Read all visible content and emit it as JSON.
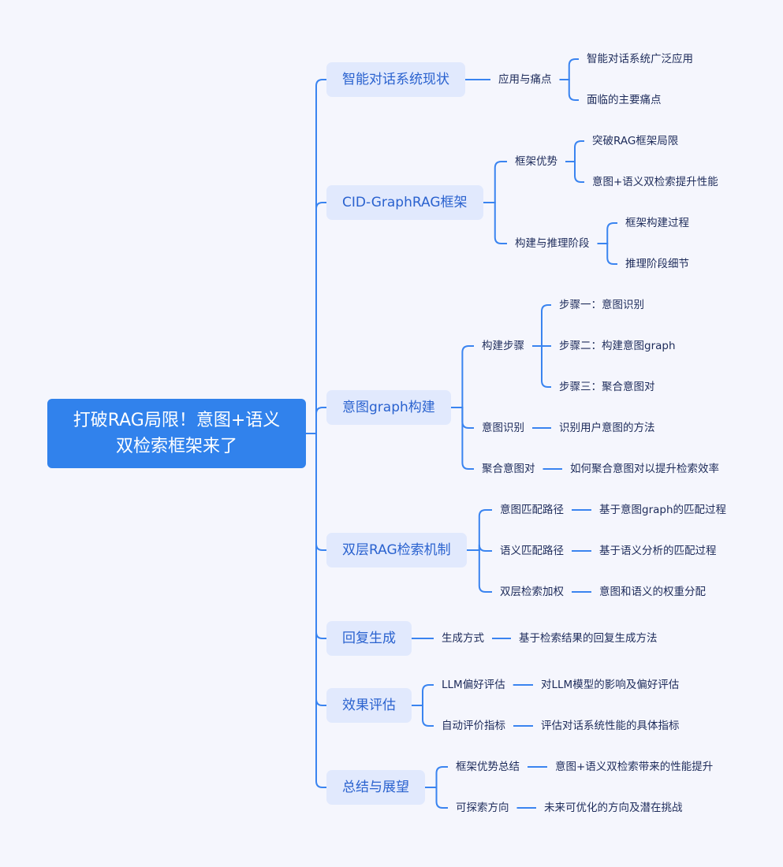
{
  "root": {
    "title": "打破RAG局限！意图+语义双检索框架来了"
  },
  "colors": {
    "line": "#3a84f0",
    "root_bg": "#3182ec",
    "branch_bg": "#e1e9fd",
    "branch_text": "#2a62cf",
    "leaf_text": "#1d2b5a",
    "background": "#f5f6fd"
  },
  "branches": [
    {
      "label": "智能对话系统现状",
      "children": [
        {
          "label": "应用与痛点",
          "children": [
            {
              "label": "智能对话系统广泛应用"
            },
            {
              "label": "面临的主要痛点"
            }
          ]
        }
      ]
    },
    {
      "label": "CID-GraphRAG框架",
      "children": [
        {
          "label": "框架优势",
          "children": [
            {
              "label": "突破RAG框架局限"
            },
            {
              "label": "意图+语义双检索提升性能"
            }
          ]
        },
        {
          "label": "构建与推理阶段",
          "children": [
            {
              "label": "框架构建过程"
            },
            {
              "label": "推理阶段细节"
            }
          ]
        }
      ]
    },
    {
      "label": "意图graph构建",
      "children": [
        {
          "label": "构建步骤",
          "children": [
            {
              "label": "步骤一：意图识别"
            },
            {
              "label": "步骤二：构建意图graph"
            },
            {
              "label": "步骤三：聚合意图对"
            }
          ]
        },
        {
          "label": "意图识别",
          "children": [
            {
              "label": "识别用户意图的方法"
            }
          ]
        },
        {
          "label": "聚合意图对",
          "children": [
            {
              "label": "如何聚合意图对以提升检索效率"
            }
          ]
        }
      ]
    },
    {
      "label": "双层RAG检索机制",
      "children": [
        {
          "label": "意图匹配路径",
          "children": [
            {
              "label": "基于意图graph的匹配过程"
            }
          ]
        },
        {
          "label": "语义匹配路径",
          "children": [
            {
              "label": "基于语义分析的匹配过程"
            }
          ]
        },
        {
          "label": "双层检索加权",
          "children": [
            {
              "label": "意图和语义的权重分配"
            }
          ]
        }
      ]
    },
    {
      "label": "回复生成",
      "children": [
        {
          "label": "生成方式",
          "children": [
            {
              "label": "基于检索结果的回复生成方法"
            }
          ]
        }
      ]
    },
    {
      "label": "效果评估",
      "children": [
        {
          "label": "LLM偏好评估",
          "children": [
            {
              "label": "对LLM模型的影响及偏好评估"
            }
          ]
        },
        {
          "label": "自动评价指标",
          "children": [
            {
              "label": "评估对话系统性能的具体指标"
            }
          ]
        }
      ]
    },
    {
      "label": "总结与展望",
      "children": [
        {
          "label": "框架优势总结",
          "children": [
            {
              "label": "意图+语义双检索带来的性能提升"
            }
          ]
        },
        {
          "label": "可探索方向",
          "children": [
            {
              "label": "未来可优化的方向及潜在挑战"
            }
          ]
        }
      ]
    }
  ]
}
